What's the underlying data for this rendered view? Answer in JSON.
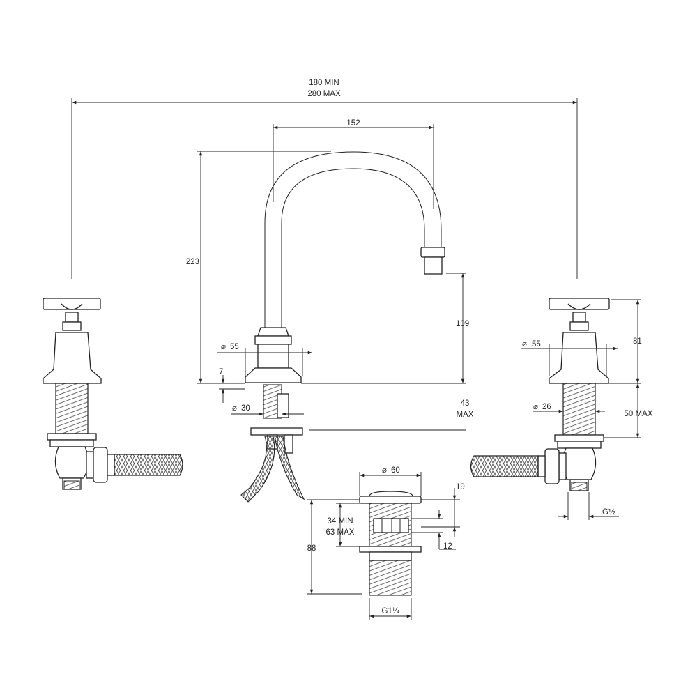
{
  "dimensions": {
    "overall_min": "180 MIN",
    "overall_max": "280 MAX",
    "spout_reach": "152",
    "spout_height": "223",
    "spout_clearance": "109",
    "spout_base_dia": "55",
    "spout_base_height": "7",
    "spout_shank_dia": "30",
    "deck_thickness_value": "43",
    "deck_thickness_max": "MAX",
    "handle_base_dia": "55",
    "handle_height": "81",
    "handle_shank_dia": "26",
    "handle_shank_length": "50 MAX",
    "inlet_thread": "G½",
    "waste_dia": "60",
    "waste_top": "19",
    "waste_deck_min": "34 MIN",
    "waste_deck_max": "63 MAX",
    "waste_overflow": "12",
    "waste_total": "88",
    "waste_thread": "G1¼"
  },
  "symbols": {
    "diameter": "⌀"
  }
}
